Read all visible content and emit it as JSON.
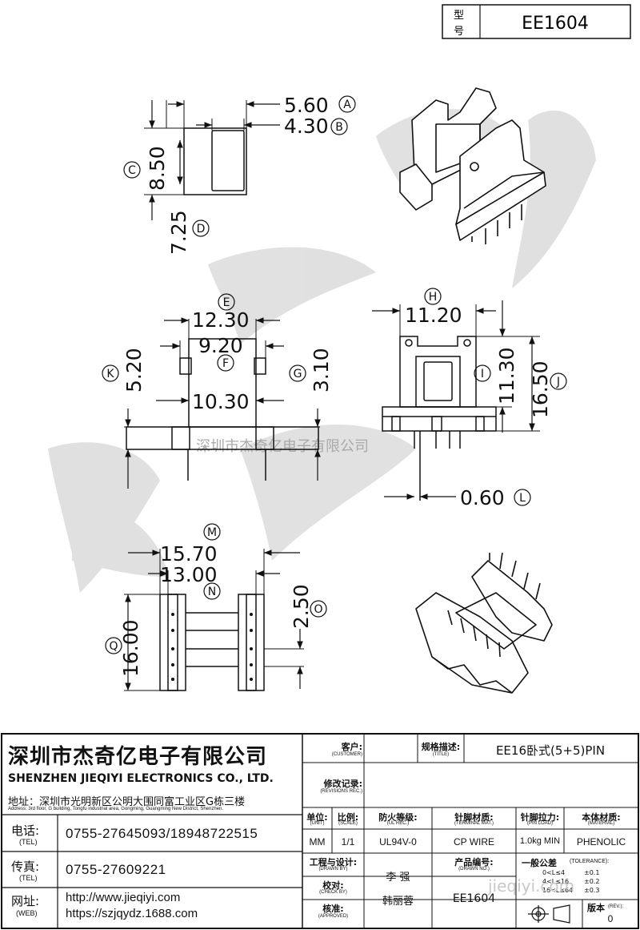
{
  "header": {
    "model_label": "型号",
    "model_value": "EE1604"
  },
  "dimensions": {
    "A": {
      "letter": "A",
      "value": "5.60"
    },
    "B": {
      "letter": "B",
      "value": "4.30"
    },
    "C": {
      "letter": "C",
      "value": "8.50"
    },
    "D": {
      "letter": "D",
      "value": "7.25"
    },
    "E": {
      "letter": "E",
      "value": "12.30"
    },
    "F": {
      "letter": "F",
      "value": "9.20"
    },
    "G": {
      "letter": "G",
      "value": "3.10"
    },
    "K": {
      "letter": "K",
      "value": "5.20"
    },
    "W": {
      "value": "10.30"
    },
    "H": {
      "letter": "H",
      "value": "11.20"
    },
    "I": {
      "letter": "I",
      "value": "11.30"
    },
    "J": {
      "letter": "J",
      "value": "16.50"
    },
    "L": {
      "letter": "L",
      "value": "0.60"
    },
    "M": {
      "letter": "M",
      "value": "15.70"
    },
    "N": {
      "letter": "N",
      "value": "13.00"
    },
    "O": {
      "letter": "O",
      "value": "2.50"
    },
    "Q": {
      "letter": "Q",
      "value": "16.00"
    }
  },
  "watermark": {
    "text": "深圳市杰奇亿电子有限公司",
    "footer_site": "jieqiyi.com"
  },
  "company": {
    "name_cn": "深圳市杰奇亿电子有限公司",
    "name_en": "SHENZHEN JIEQIYI ELECTRONICS CO., LTD.",
    "address_cn": "地址：深圳市光明新区公明大围同富工业区G栋三楼",
    "address_en": "Address: 3rd floor, G building, Tongfu industrial area, Gongming, Guangming New District, Shenzhen.",
    "tel_label": "电话:",
    "tel_label_en": "(TEL)",
    "tel": "0755-27645093/18948722515",
    "fax_label": "传真:",
    "fax_label_en": "(TEL)",
    "fax": "0755-27609221",
    "web_label": "网址:",
    "web_label_en": "(WEB)",
    "web1": "http://www.jieqiyi.com",
    "web2": "https://szjqydz.1688.com"
  },
  "fields": {
    "customer": {
      "cn": "客户:",
      "en": "(CUSTOMER)"
    },
    "title": {
      "cn": "规格描述:",
      "en": "(TITLE)",
      "value": "EE16卧式(5+5)PIN"
    },
    "revisions": {
      "cn": "修改记录:",
      "en": "(REVISIONS REC.)"
    },
    "unit": {
      "cn": "单位:",
      "en": "(UNIT)",
      "value": "MM"
    },
    "scale": {
      "cn": "比例:",
      "en": "(SCALE)",
      "value": "1/1"
    },
    "ul": {
      "cn": "防火等级:",
      "en": "(UL REC.)",
      "value": "UL94V-0"
    },
    "terminal": {
      "cn": "针脚材质:",
      "en": "(TERMINAL MAT.)",
      "value": "CP WIRE"
    },
    "pinload": {
      "cn": "针脚拉力:",
      "en": "(PIN LOAD)",
      "value": "1.0kg MIN"
    },
    "material": {
      "cn": "本体材质:",
      "en": "(MATERIAL)",
      "value": "PHENOLIC"
    },
    "drawn": {
      "cn": "工程与设计:",
      "en": "(DRAWN BY)",
      "value": "李  强"
    },
    "drawing_no": {
      "cn": "产品编号:",
      "en": "(DRAWN NO.)",
      "value": "EE1604"
    },
    "check": {
      "cn": "校对:",
      "en": "(CHECK BY)"
    },
    "approved": {
      "cn": "核准:",
      "en": "(APPROVED)",
      "value": "韩丽蓉"
    },
    "tolerance": {
      "cn": "一般公差",
      "en": "(TOLERANCE):",
      "rows": [
        {
          "range": "0<L≤4",
          "tol": "±0.1"
        },
        {
          "range": "4<L≤16",
          "tol": "±0.2"
        },
        {
          "range": "16<L≤64",
          "tol": "±0.3"
        }
      ]
    },
    "revision": {
      "cn": "版本",
      "en": "(REV.):",
      "value": "0"
    }
  }
}
